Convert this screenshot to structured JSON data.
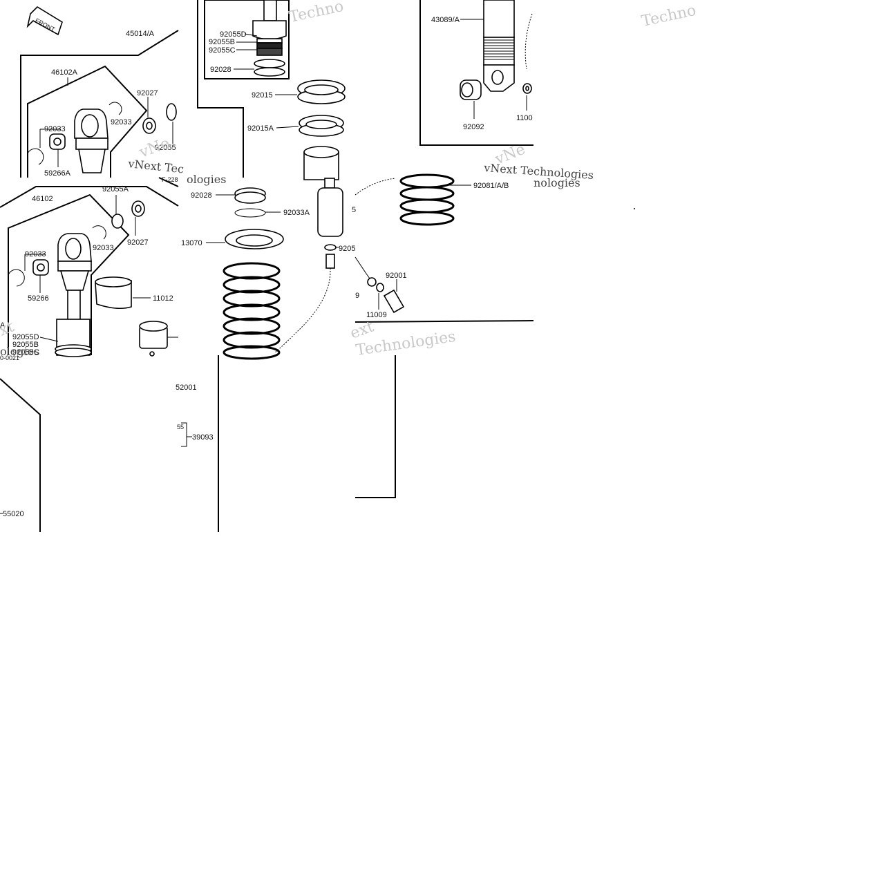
{
  "diagram": {
    "front_badge": "FRONT",
    "parts": {
      "p45014A": "45014/A",
      "p46102A": "46102A",
      "p92027_a": "92027",
      "p92033_a": "92033",
      "p92033_b": "92033",
      "p92055_a": "92055",
      "p59266A": "59266A",
      "p46102": "46102",
      "p92055A": "92055A",
      "p92033_c": "92033",
      "p92033_d": "92033",
      "p92027_b": "92027",
      "p59266": "59266",
      "p11012": "11012",
      "p92055D_b": "92055D",
      "p92055B_b": "92055B",
      "p92055C_b": "92055C",
      "pA": "A",
      "p92055D": "92055D",
      "p92055B": "92055B",
      "p92055C": "92055C",
      "p92028_a": "92028",
      "p92015": "92015",
      "p92015A": "92015A",
      "p92028_b": "92028",
      "p92033A": "92033A",
      "p13070": "13070",
      "p5": "5",
      "p9205": "9205",
      "p9": "9",
      "p92001": "92001",
      "p11009": "11009",
      "p43089A": "43089/A",
      "p92092": "92092",
      "p1100": "1100",
      "p92081AB": "92081/A/B",
      "p52001": "52001",
      "p55": "55",
      "p39093": "39093",
      "p55020": "55020",
      "ref_a": "F-228",
      "ref_b": "0-0021"
    },
    "watermarks": {
      "wm1": "Techno",
      "wm2": "Techno",
      "wm3": "vNext Tec",
      "wm4": "ologies",
      "wm5": "vNext Technologies",
      "wm6": "vNe",
      "wm7": "ologies",
      "wm8": "xt",
      "wm9": "nologies",
      "wm10": "ext",
      "wm11": "Technologies",
      "wm12": "vNe"
    }
  }
}
